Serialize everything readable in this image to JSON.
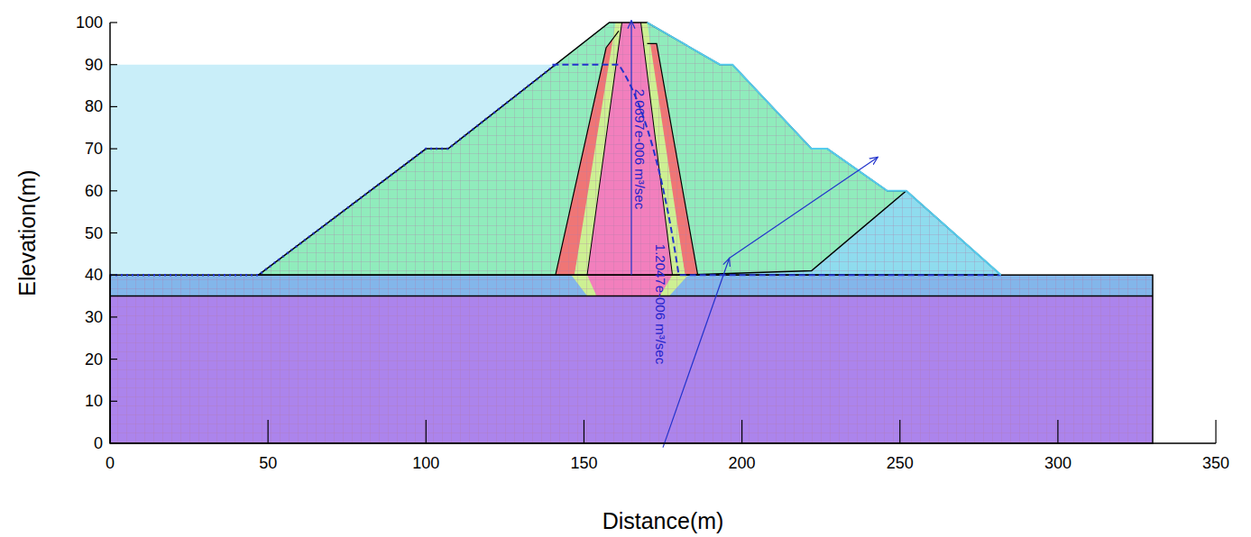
{
  "diagram": {
    "labels": [
      "0",
      "10",
      "20",
      "30",
      "40",
      "50",
      "60",
      "70",
      "80",
      "90",
      "100",
      "0",
      "50",
      "100",
      "150",
      "200",
      "250",
      "300",
      "350",
      "Elevation(m)",
      "Distance(m)",
      "2.0697e-006 m³/sec",
      "1.2047e-006 m³/sec"
    ]
  }
}
